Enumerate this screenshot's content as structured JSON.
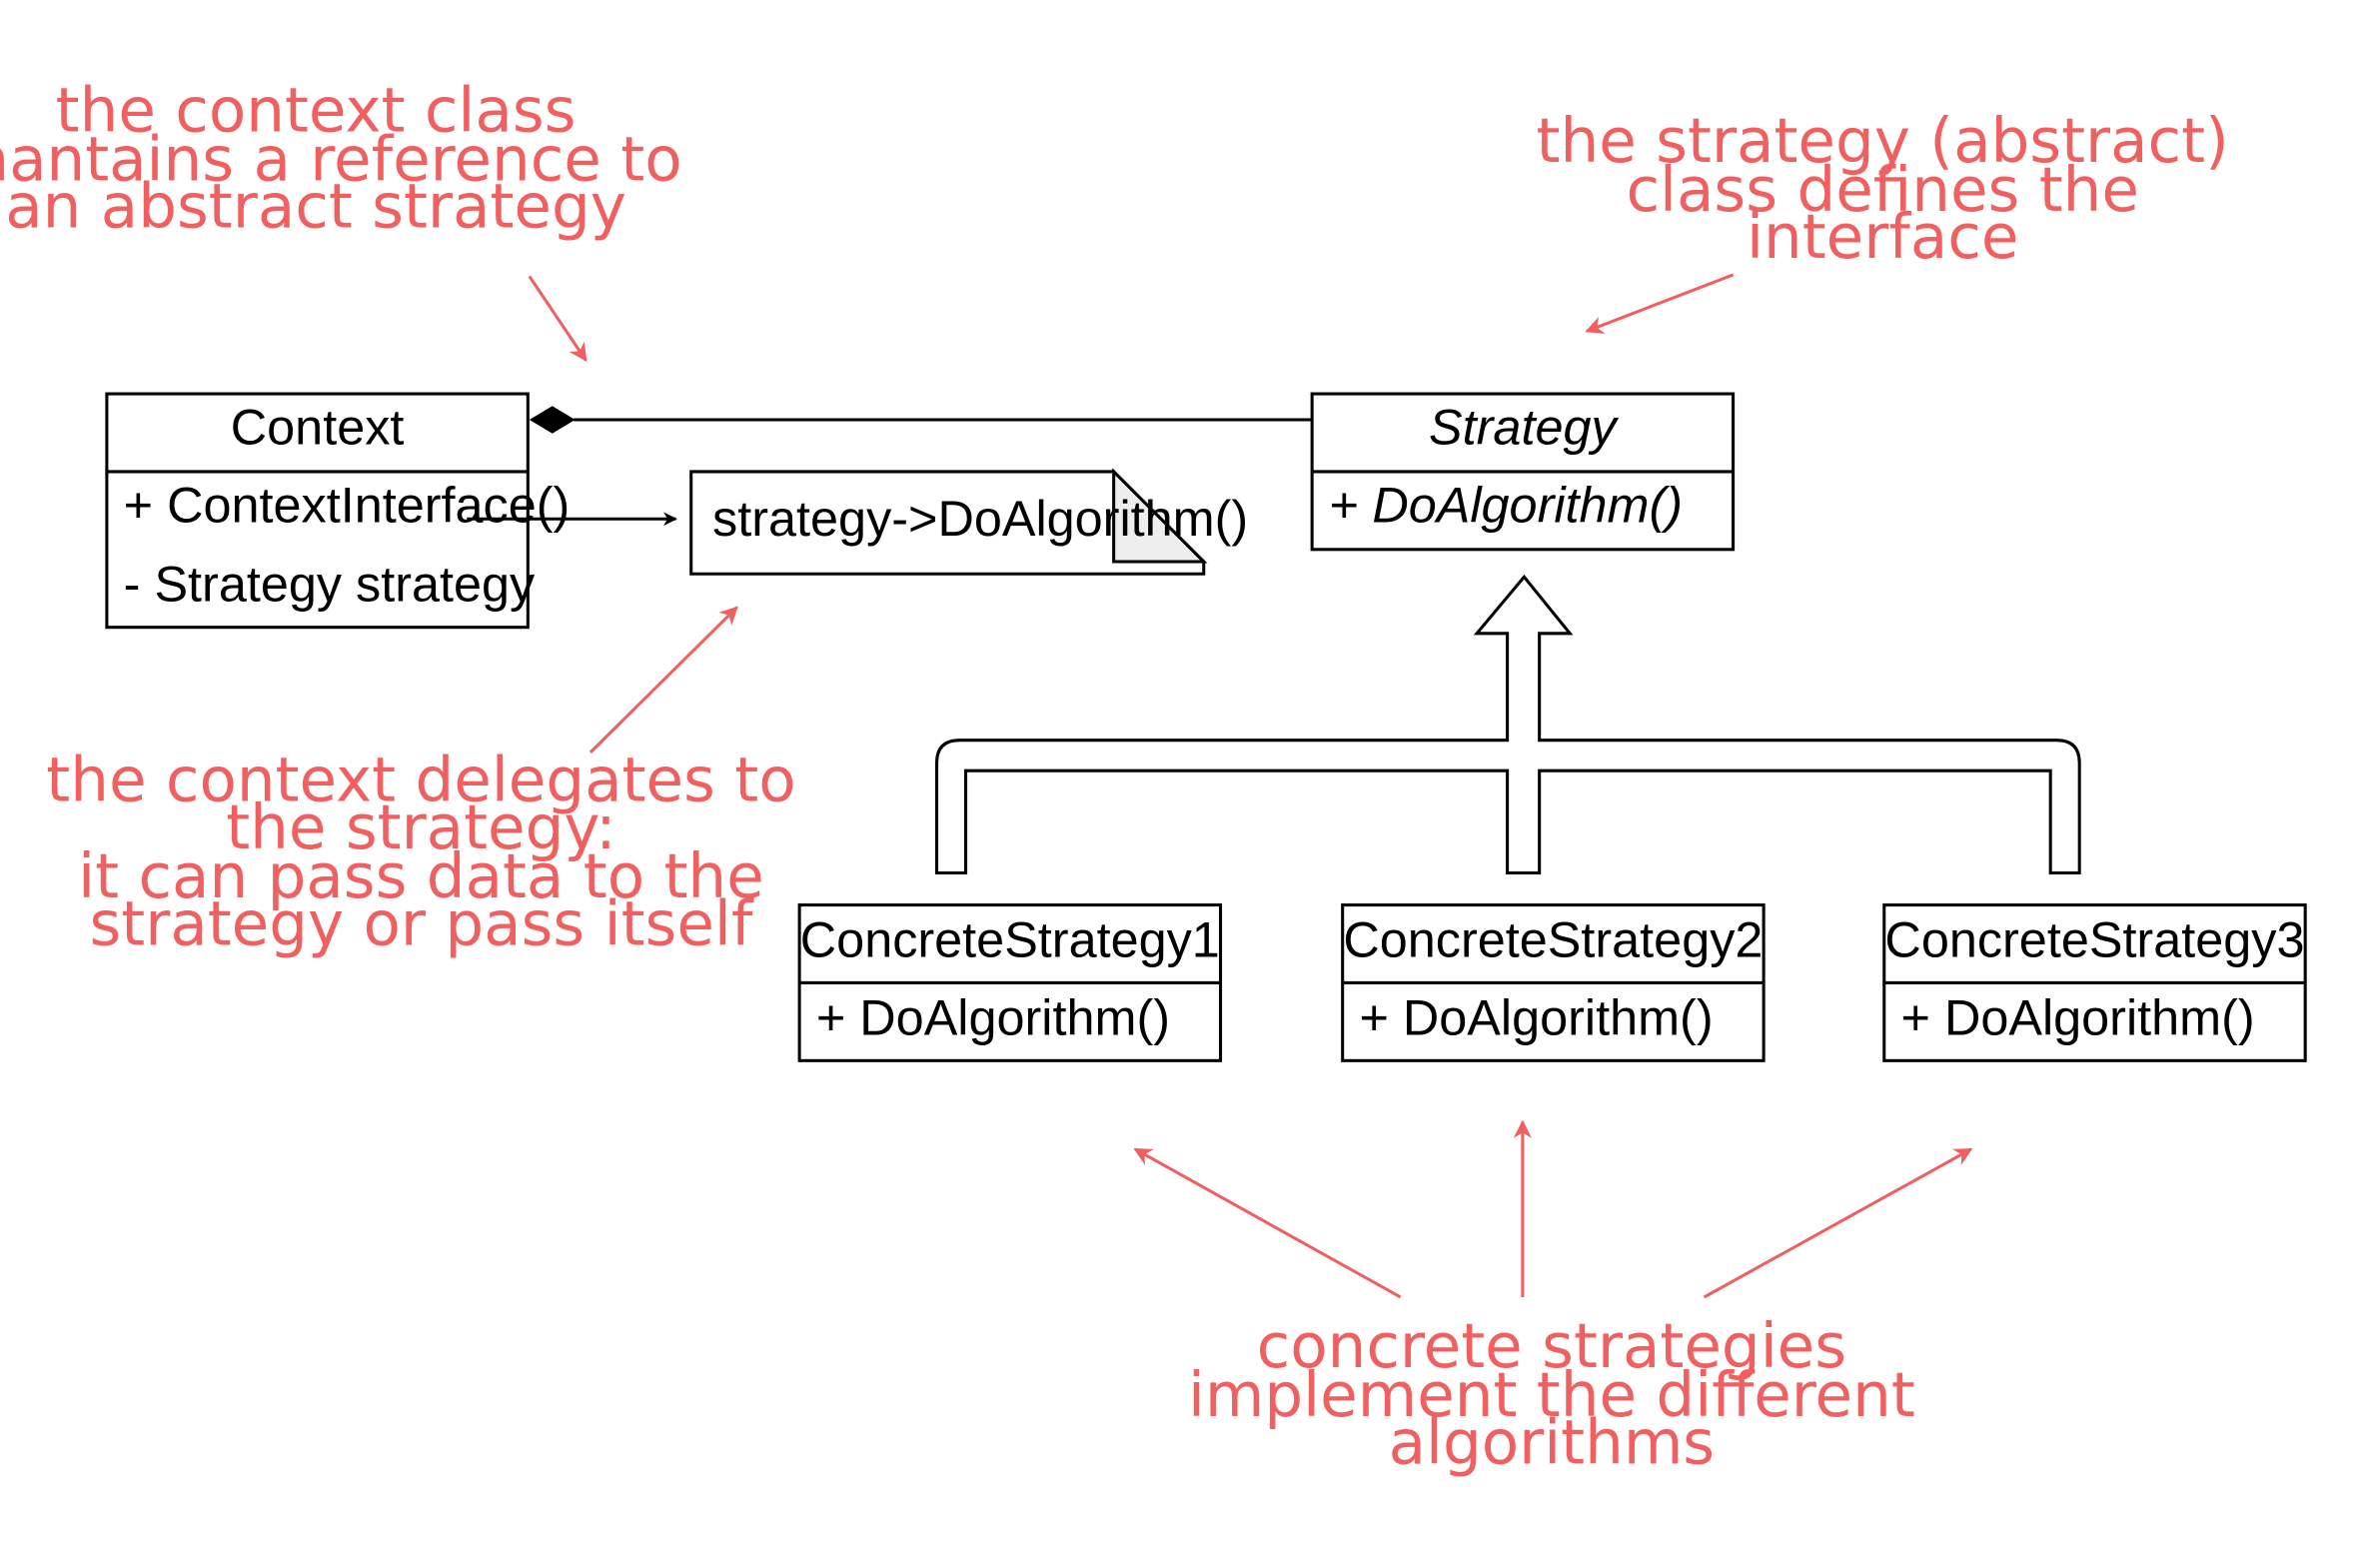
{
  "context_class": {
    "name": "Context",
    "members": [
      "+ ContextInterface()",
      "- Strategy strategy"
    ]
  },
  "note": {
    "text": "strategy->DoAlgorithm()"
  },
  "strategy_class": {
    "name": "Strategy",
    "members": [
      "+ DoAlgorithm()"
    ]
  },
  "concrete_classes": [
    {
      "name": "ConcreteStrategy1",
      "members": [
        "+ DoAlgorithm()"
      ]
    },
    {
      "name": "ConcreteStrategy2",
      "members": [
        "+ DoAlgorithm()"
      ]
    },
    {
      "name": "ConcreteStrategy3",
      "members": [
        "+ DoAlgorithm()"
      ]
    }
  ],
  "annotations": {
    "context": [
      "the context class",
      "mantains a reference to",
      "an abstract strategy"
    ],
    "strategy": [
      "the strategy (abstract)",
      "class defines the",
      "interface"
    ],
    "delegates": [
      "the context delegates to",
      "the strategy:",
      "it can pass data to the",
      "strategy or pass itself"
    ],
    "concrete": [
      "concrete strategies",
      "implement the different",
      "algorithms"
    ]
  },
  "colors": {
    "annotation": "#f06060",
    "line": "#000000",
    "note_fold": "#eeeeee",
    "background": "#ffffff"
  }
}
